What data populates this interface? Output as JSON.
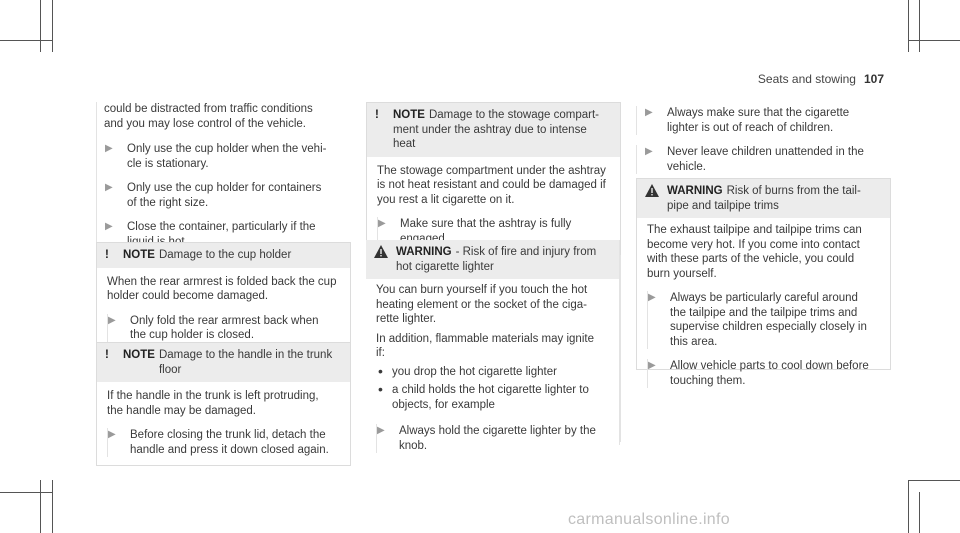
{
  "header": {
    "section": "Seats and stowing",
    "page_number": "107"
  },
  "col1": {
    "intro_lines": [
      "could be distracted from traffic conditions",
      "and you may lose control of the vehicle."
    ],
    "steps": [
      [
        "Only use the cup holder when the vehi-",
        "cle is stationary."
      ],
      [
        "Only use the cup holder for containers",
        "of the right size."
      ],
      [
        "Close the container, particularly if the",
        "liquid is hot."
      ]
    ],
    "note1": {
      "icon": "!",
      "title": "NOTE",
      "heading": "Damage to the cup holder",
      "body_lines": [
        "When the rear armrest is folded back the cup",
        "holder could become damaged."
      ],
      "steps": [
        [
          "Only fold the rear armrest back when",
          "the cup holder is closed."
        ]
      ]
    },
    "note2": {
      "icon": "!",
      "title": "NOTE",
      "heading_lines": [
        "Damage to the handle in the trunk",
        "floor"
      ],
      "body_lines": [
        "If the handle in the trunk is left protruding,",
        "the handle may be damaged."
      ],
      "steps": [
        [
          "Before closing the trunk lid, detach the",
          "handle and press it down closed again."
        ]
      ]
    }
  },
  "col2": {
    "note": {
      "icon": "!",
      "title": "NOTE",
      "heading_lines": [
        "Damage to the stowage compart-",
        "ment under the ashtray due to intense",
        "heat"
      ],
      "body_lines": [
        "The stowage compartment under the ashtray",
        "is not heat resistant and could be damaged if",
        "you rest a lit cigarette on it."
      ],
      "steps": [
        [
          "Make sure that the ashtray is fully",
          "engaged."
        ]
      ]
    },
    "warning": {
      "title": "WARNING",
      "heading_lines": [
        "- Risk of fire and injury from",
        "hot cigarette lighter"
      ],
      "body_lines": [
        "You can burn yourself if you touch the hot",
        "heating element or the socket of the ciga-",
        "rette lighter."
      ],
      "body2_lines": [
        "In addition, flammable materials may ignite",
        "if:"
      ],
      "bullets": [
        [
          "you drop the hot cigarette lighter"
        ],
        [
          "a child holds the hot cigarette lighter to",
          "objects, for example"
        ]
      ],
      "steps": [
        [
          "Always hold the cigarette lighter by the",
          "knob."
        ]
      ]
    }
  },
  "col3": {
    "steps": [
      [
        "Always make sure that the cigarette",
        "lighter is out of reach of children."
      ],
      [
        "Never leave children unattended in the",
        "vehicle."
      ]
    ],
    "warning": {
      "title": "WARNING",
      "heading_lines": [
        "Risk of burns from the tail-",
        "pipe and tailpipe trims"
      ],
      "body_lines": [
        "The exhaust tailpipe and tailpipe trims can",
        "become very hot. If you come into contact",
        "with these parts of the vehicle, you could",
        "burn yourself."
      ],
      "steps": [
        [
          "Always be particularly careful around",
          "the tailpipe and the tailpipe trims and",
          "supervise children especially closely in",
          "this area."
        ],
        [
          "Allow vehicle parts to cool down before",
          "touching them."
        ]
      ]
    }
  },
  "watermark": "carmanualsonline.info"
}
